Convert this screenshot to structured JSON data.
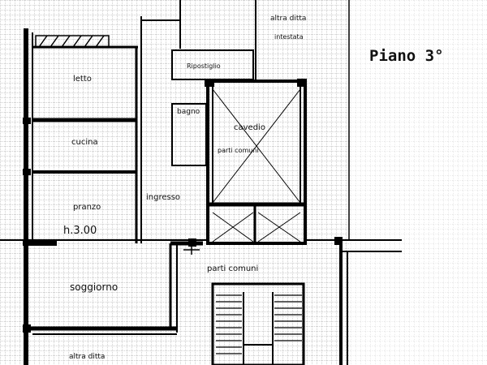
{
  "plan": {
    "title": "Piano 3°",
    "rooms": {
      "letto": "letto",
      "cucina": "cucina",
      "pranzo": "pranzo",
      "altezza": "h.3.00",
      "soggiorno": "soggiorno",
      "ripostiglio": "Ripostiglio",
      "bagno": "bagno",
      "ingresso": "ingresso",
      "cavedio": "cavedio",
      "parti_comuni_alto": "parti comuni",
      "parti_comuni_basso": "parti comuni",
      "altra_proprieta_alto": "altra ditta",
      "altra_proprieta_sub": "intestata",
      "altra_proprieta_basso": "altra ditta"
    }
  }
}
